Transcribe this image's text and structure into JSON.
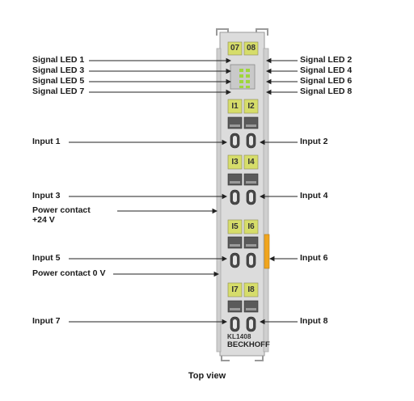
{
  "labels_left": [
    {
      "id": "signal-led-1",
      "text": "Signal LED 1"
    },
    {
      "id": "signal-led-3",
      "text": "Signal LED 3"
    },
    {
      "id": "signal-led-5",
      "text": "Signal LED 5"
    },
    {
      "id": "signal-led-7",
      "text": "Signal LED 7"
    },
    {
      "id": "input-1",
      "text": "Input 1"
    },
    {
      "id": "input-3",
      "text": "Input 3"
    },
    {
      "id": "power-contact-24v-a",
      "text": "Power contact"
    },
    {
      "id": "power-contact-24v-b",
      "text": "+24 V"
    },
    {
      "id": "input-5",
      "text": "Input 5"
    },
    {
      "id": "power-contact-0v",
      "text": "Power contact 0 V"
    },
    {
      "id": "input-7",
      "text": "Input 7"
    }
  ],
  "labels_right": [
    {
      "id": "signal-led-2",
      "text": "Signal LED 2"
    },
    {
      "id": "signal-led-4",
      "text": "Signal LED 4"
    },
    {
      "id": "signal-led-6",
      "text": "Signal LED 6"
    },
    {
      "id": "signal-led-8",
      "text": "Signal LED 8"
    },
    {
      "id": "input-2",
      "text": "Input 2"
    },
    {
      "id": "input-4",
      "text": "Input 4"
    },
    {
      "id": "input-6",
      "text": "Input 6"
    },
    {
      "id": "input-8",
      "text": "Input 8"
    }
  ],
  "tabs": {
    "t07": "07",
    "t08": "08",
    "i1": "I1",
    "i2": "I2",
    "i3": "I3",
    "i4": "I4",
    "i5": "I5",
    "i6": "I6",
    "i7": "I7",
    "i8": "I8"
  },
  "model": "KL1408",
  "brand": "BECKHOFF",
  "caption": "Top view",
  "colors": {
    "label_yellow": "#d6dd6a",
    "led_green": "#9fd63b",
    "body_grey": "#d8d8d8",
    "contact_orange": "#f0a51e"
  }
}
